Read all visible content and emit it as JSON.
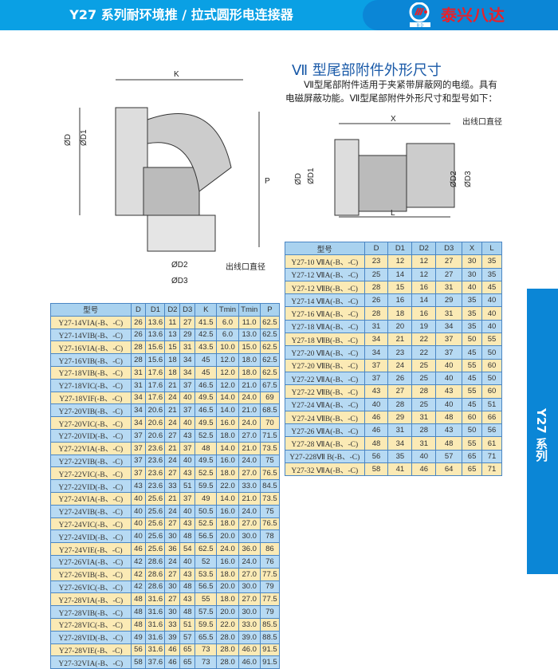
{
  "header": {
    "title": "Y27 系列耐环境推 / 拉式圆形电连接器",
    "brand": "泰兴八达",
    "logo_text": "B D"
  },
  "side_tab": "Y27 系列",
  "section": {
    "title": "Ⅶ 型尾部附件外形尺寸",
    "description": "Ⅶ型尾部附件适用于夹紧带屏蔽网的电缆。具有电磁屏蔽功能。Ⅶ型尾部附件外形尺寸和型号如下："
  },
  "drawing_left": {
    "labels": [
      "K",
      "ØD",
      "ØD1",
      "P",
      "ØD2",
      "ØD3",
      "出线口直径"
    ]
  },
  "drawing_right": {
    "labels": [
      "X",
      "L",
      "ØD",
      "ØD1",
      "ØD2",
      "ØD3",
      "出线口直径"
    ]
  },
  "table_left": {
    "headers": [
      "型号",
      "D",
      "D1",
      "D2",
      "D3",
      "K",
      "Tmin",
      "Tmin",
      "P"
    ],
    "rows": [
      [
        "Y27-14VIA(-B、-C)",
        "26",
        "13.6",
        "11",
        "27",
        "41.5",
        "6.0",
        "11.0",
        "62.5"
      ],
      [
        "Y27-14VIB(-B、-C)",
        "26",
        "13.6",
        "13",
        "29",
        "42.5",
        "6.0",
        "13.0",
        "62.5"
      ],
      [
        "Y27-16VIA(-B、-C)",
        "28",
        "15.6",
        "15",
        "31",
        "43.5",
        "10.0",
        "15.0",
        "62.5"
      ],
      [
        "Y27-16VIB(-B、-C)",
        "28",
        "15.6",
        "18",
        "34",
        "45",
        "12.0",
        "18.0",
        "62.5"
      ],
      [
        "Y27-18VIB(-B、-C)",
        "31",
        "17.6",
        "18",
        "34",
        "45",
        "12.0",
        "18.0",
        "62.5"
      ],
      [
        "Y27-18VIC(-B、-C)",
        "31",
        "17.6",
        "21",
        "37",
        "46.5",
        "12.0",
        "21.0",
        "67.5"
      ],
      [
        "Y27-18VIF(-B、-C)",
        "34",
        "17.6",
        "24",
        "40",
        "49.5",
        "14.0",
        "24.0",
        "69"
      ],
      [
        "Y27-20VIB(-B、-C)",
        "34",
        "20.6",
        "21",
        "37",
        "46.5",
        "14.0",
        "21.0",
        "68.5"
      ],
      [
        "Y27-20VIC(-B、-C)",
        "34",
        "20.6",
        "24",
        "40",
        "49.5",
        "16.0",
        "24.0",
        "70"
      ],
      [
        "Y27-20VID(-B、-C)",
        "37",
        "20.6",
        "27",
        "43",
        "52.5",
        "18.0",
        "27.0",
        "71.5"
      ],
      [
        "Y27-22VIA(-B、-C)",
        "37",
        "23.6",
        "21",
        "37",
        "48",
        "14.0",
        "21.0",
        "73.5"
      ],
      [
        "Y27-22VIB(-B、-C)",
        "37",
        "23.6",
        "24",
        "40",
        "49.5",
        "16.0",
        "24.0",
        "75"
      ],
      [
        "Y27-22VIC(-B、-C)",
        "37",
        "23.6",
        "27",
        "43",
        "52.5",
        "18.0",
        "27.0",
        "76.5"
      ],
      [
        "Y27-22VID(-B、-C)",
        "43",
        "23.6",
        "33",
        "51",
        "59.5",
        "22.0",
        "33.0",
        "84.5"
      ],
      [
        "Y27-24VIA(-B、-C)",
        "40",
        "25.6",
        "21",
        "37",
        "49",
        "14.0",
        "21.0",
        "73.5"
      ],
      [
        "Y27-24VIB(-B、-C)",
        "40",
        "25.6",
        "24",
        "40",
        "50.5",
        "16.0",
        "24.0",
        "75"
      ],
      [
        "Y27-24VIC(-B、-C)",
        "40",
        "25.6",
        "27",
        "43",
        "52.5",
        "18.0",
        "27.0",
        "76.5"
      ],
      [
        "Y27-24VID(-B、-C)",
        "40",
        "25.6",
        "30",
        "48",
        "56.5",
        "20.0",
        "30.0",
        "78"
      ],
      [
        "Y27-24VIE(-B、-C)",
        "46",
        "25.6",
        "36",
        "54",
        "62.5",
        "24.0",
        "36.0",
        "86"
      ],
      [
        "Y27-26VIA(-B、-C)",
        "42",
        "28.6",
        "24",
        "40",
        "52",
        "16.0",
        "24.0",
        "76"
      ],
      [
        "Y27-26VIB(-B、-C)",
        "42",
        "28.6",
        "27",
        "43",
        "53.5",
        "18.0",
        "27.0",
        "77.5"
      ],
      [
        "Y27-26VIC(-B、-C)",
        "42",
        "28.6",
        "30",
        "48",
        "56.5",
        "20.0",
        "30.0",
        "79"
      ],
      [
        "Y27-28VIA(-B、-C)",
        "48",
        "31.6",
        "27",
        "43",
        "55",
        "18.0",
        "27.0",
        "77.5"
      ],
      [
        "Y27-28VIB(-B、-C)",
        "48",
        "31.6",
        "30",
        "48",
        "57.5",
        "20.0",
        "30.0",
        "79"
      ],
      [
        "Y27-28VIC(-B、-C)",
        "48",
        "31.6",
        "33",
        "51",
        "59.5",
        "22.0",
        "33.0",
        "85.5"
      ],
      [
        "Y27-28VID(-B、-C)",
        "49",
        "31.6",
        "39",
        "57",
        "65.5",
        "28.0",
        "39.0",
        "88.5"
      ],
      [
        "Y27-28VIE(-B、-C)",
        "56",
        "31.6",
        "46",
        "65",
        "73",
        "28.0",
        "46.0",
        "91.5"
      ],
      [
        "Y27-32VIA(-B、-C)",
        "58",
        "37.6",
        "46",
        "65",
        "73",
        "28.0",
        "46.0",
        "91.5"
      ]
    ]
  },
  "table_right": {
    "headers": [
      "型号",
      "D",
      "D1",
      "D2",
      "D3",
      "X",
      "L"
    ],
    "rows": [
      [
        "Y27-10 ⅦA(-B、-C)",
        "23",
        "12",
        "12",
        "27",
        "30",
        "35"
      ],
      [
        "Y27-12 ⅦA(-B、-C)",
        "25",
        "14",
        "12",
        "27",
        "30",
        "35"
      ],
      [
        "Y27-12 ⅦB(-B、-C)",
        "28",
        "15",
        "16",
        "31",
        "40",
        "45"
      ],
      [
        "Y27-14 ⅦA(-B、-C)",
        "26",
        "16",
        "14",
        "29",
        "35",
        "40"
      ],
      [
        "Y27-16 ⅦA(-B、-C)",
        "28",
        "18",
        "16",
        "31",
        "35",
        "40"
      ],
      [
        "Y27-18 ⅦA(-B、-C)",
        "31",
        "20",
        "19",
        "34",
        "35",
        "40"
      ],
      [
        "Y27-18 ⅦB(-B、-C)",
        "34",
        "21",
        "22",
        "37",
        "50",
        "55"
      ],
      [
        "Y27-20 ⅦA(-B、-C)",
        "34",
        "23",
        "22",
        "37",
        "45",
        "50"
      ],
      [
        "Y27-20 ⅦB(-B、-C)",
        "37",
        "24",
        "25",
        "40",
        "55",
        "60"
      ],
      [
        "Y27-22 ⅦA(-B、-C)",
        "37",
        "26",
        "25",
        "40",
        "45",
        "50"
      ],
      [
        "Y27-22 ⅦB(-B、-C)",
        "43",
        "27",
        "28",
        "43",
        "55",
        "60"
      ],
      [
        "Y27-24 ⅦA(-B、-C)",
        "40",
        "28",
        "25",
        "40",
        "45",
        "51"
      ],
      [
        "Y27-24 ⅦB(-B、-C)",
        "46",
        "29",
        "31",
        "48",
        "60",
        "66"
      ],
      [
        "Y27-26 ⅦA(-B、-C)",
        "46",
        "31",
        "28",
        "43",
        "50",
        "56"
      ],
      [
        "Y27-28 ⅦA(-B、-C)",
        "48",
        "34",
        "31",
        "48",
        "55",
        "61"
      ],
      [
        "Y27-228Ⅶ B(-B、-C)",
        "56",
        "35",
        "40",
        "57",
        "65",
        "71"
      ],
      [
        "Y27-32 ⅦA(-B、-C)",
        "58",
        "41",
        "46",
        "64",
        "65",
        "71"
      ]
    ]
  }
}
